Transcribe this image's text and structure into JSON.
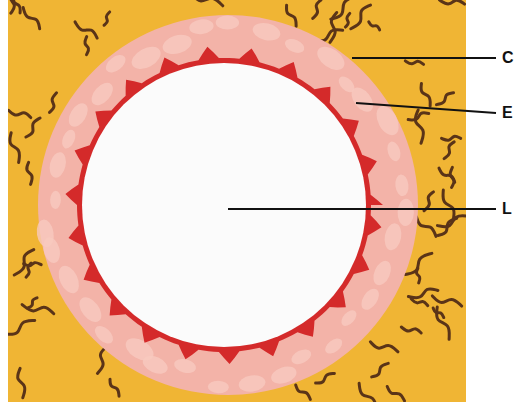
{
  "diagram": {
    "labels": [
      "C",
      "E",
      "L"
    ]
  }
}
